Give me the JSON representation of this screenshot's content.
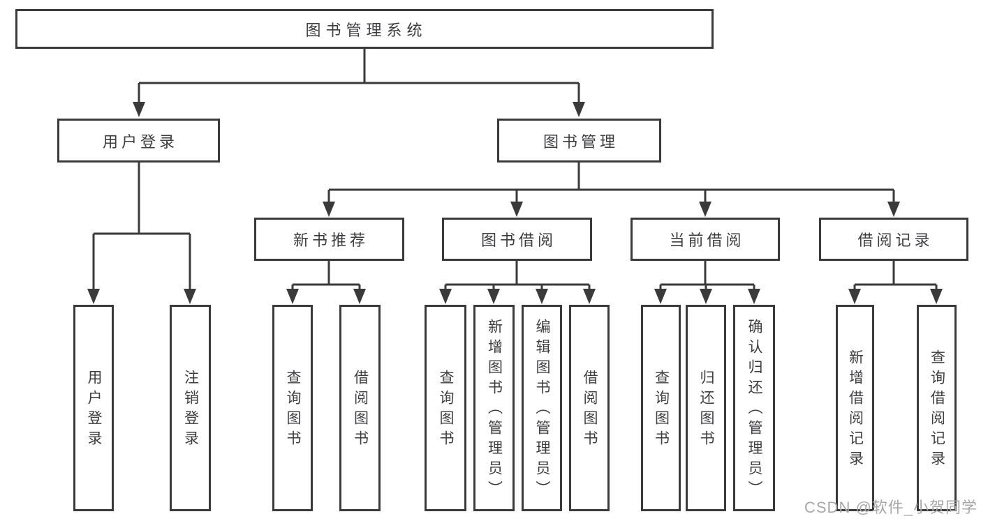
{
  "diagram": {
    "root": {
      "label": "图书管理系统"
    },
    "login": {
      "label": "用户登录",
      "children": [
        {
          "label": "用户登录"
        },
        {
          "label": "注销登录"
        }
      ]
    },
    "management": {
      "label": "图书管理",
      "sections": [
        {
          "label": "新书推荐",
          "children": [
            {
              "label": "查询图书"
            },
            {
              "label": "借阅图书"
            }
          ]
        },
        {
          "label": "图书借阅",
          "children": [
            {
              "label": "查询图书"
            },
            {
              "label": "新增图书（管理员）"
            },
            {
              "label": "编辑图书（管理员）"
            },
            {
              "label": "借阅图书"
            }
          ]
        },
        {
          "label": "当前借阅",
          "children": [
            {
              "label": "查询图书"
            },
            {
              "label": "归还图书"
            },
            {
              "label": "确认归还（管理员）"
            }
          ]
        },
        {
          "label": "借阅记录",
          "children": [
            {
              "label": "新增借阅记录"
            },
            {
              "label": "查询借阅记录"
            }
          ]
        }
      ]
    }
  },
  "watermark": {
    "text": "CSDN @软件_小贺同学"
  },
  "colors": {
    "line": "#3a3a3a",
    "text": "#3d3d40",
    "watermark": "#a8a8a8",
    "background": "#ffffff"
  }
}
